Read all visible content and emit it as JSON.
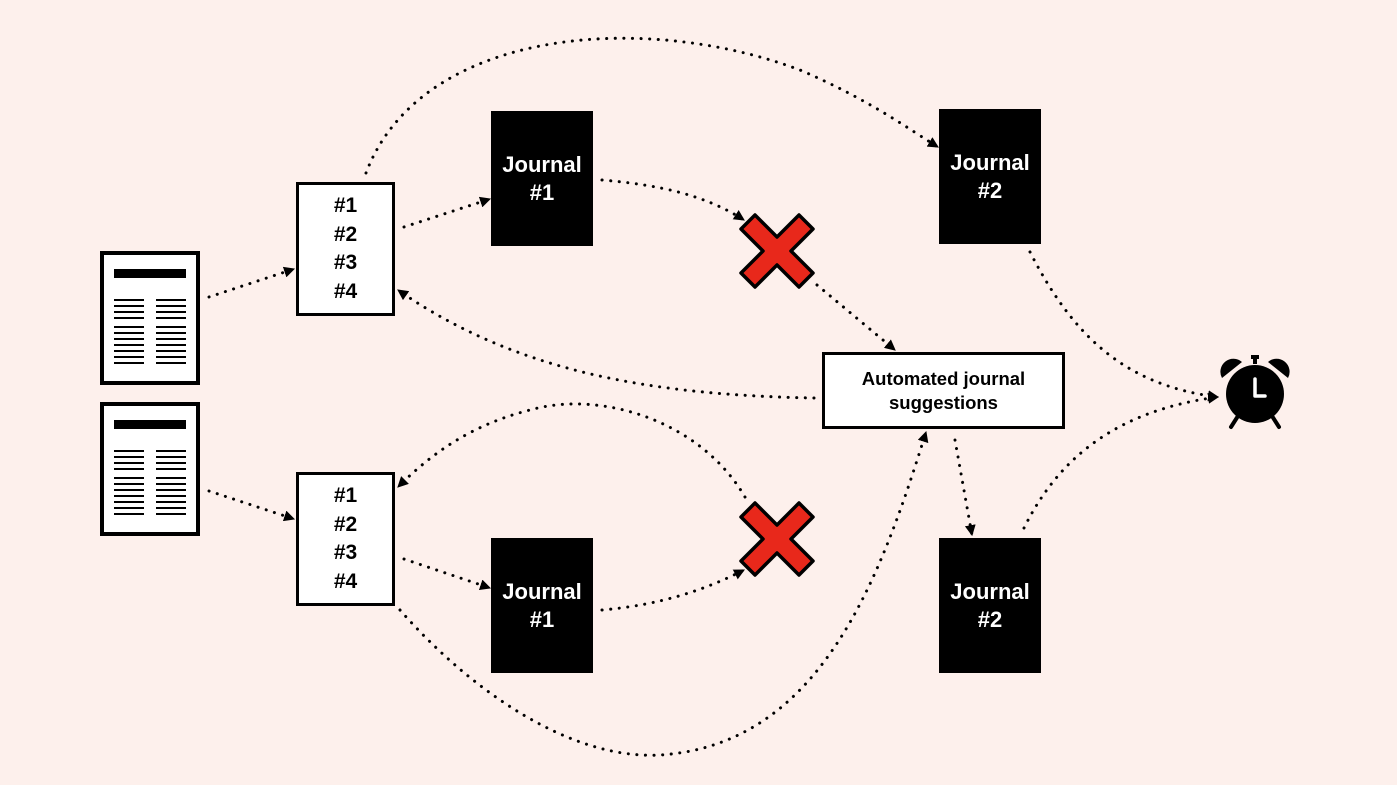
{
  "papers": [
    {
      "id": "paper-top",
      "icon": "document-icon"
    },
    {
      "id": "paper-bottom",
      "icon": "document-icon"
    }
  ],
  "ranked_lists": [
    {
      "id": "ranked-list-top",
      "items": [
        "#1",
        "#2",
        "#3",
        "#4"
      ]
    },
    {
      "id": "ranked-list-bottom",
      "items": [
        "#1",
        "#2",
        "#3",
        "#4"
      ]
    }
  ],
  "journals": [
    {
      "id": "journal-top-1",
      "line1": "Journal",
      "line2": "#1"
    },
    {
      "id": "journal-top-2",
      "line1": "Journal",
      "line2": "#2"
    },
    {
      "id": "journal-bottom-1",
      "line1": "Journal",
      "line2": "#1"
    },
    {
      "id": "journal-bottom-2",
      "line1": "Journal",
      "line2": "#2"
    }
  ],
  "suggestions_box": {
    "line1": "Automated journal",
    "line2": "suggestions"
  },
  "reject_marks": [
    {
      "id": "reject-top",
      "icon": "rejection-x-icon",
      "color": "#e8281b"
    },
    {
      "id": "reject-bottom",
      "icon": "rejection-x-icon",
      "color": "#e8281b"
    }
  ],
  "end_marker": {
    "icon": "alarm-clock-icon"
  },
  "colors": {
    "background": "#fdf0ec",
    "reject": "#e8281b",
    "journal_fill": "#000000",
    "line": "#000000"
  }
}
